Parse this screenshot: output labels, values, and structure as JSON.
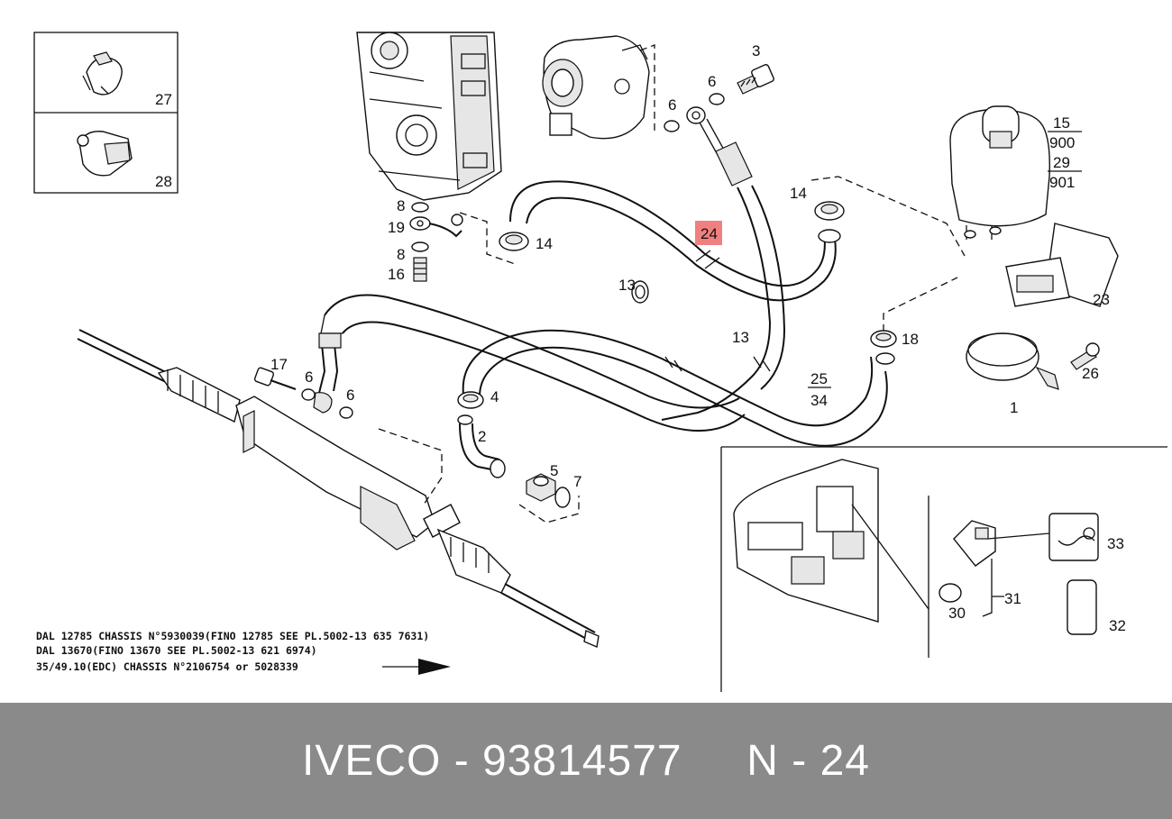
{
  "callouts": [
    {
      "id": "27",
      "text": "27"
    },
    {
      "id": "28",
      "text": "28"
    },
    {
      "id": "3",
      "text": "3"
    },
    {
      "id": "6a",
      "text": "6"
    },
    {
      "id": "6b",
      "text": "6"
    },
    {
      "id": "8a",
      "text": "8"
    },
    {
      "id": "19",
      "text": "19"
    },
    {
      "id": "8b",
      "text": "8"
    },
    {
      "id": "16",
      "text": "16"
    },
    {
      "id": "14a",
      "text": "14"
    },
    {
      "id": "14b",
      "text": "14"
    },
    {
      "id": "24",
      "text": "24"
    },
    {
      "id": "4",
      "text": "4"
    },
    {
      "id": "18",
      "text": "18"
    },
    {
      "id": "13a",
      "text": "13"
    },
    {
      "id": "13b",
      "text": "13"
    },
    {
      "id": "17",
      "text": "17"
    },
    {
      "id": "6c",
      "text": "6"
    },
    {
      "id": "6d",
      "text": "6"
    },
    {
      "id": "2",
      "text": "2"
    },
    {
      "id": "5",
      "text": "5"
    },
    {
      "id": "7",
      "text": "7"
    },
    {
      "id": "25",
      "text": "25"
    },
    {
      "id": "34",
      "text": "34"
    },
    {
      "id": "1",
      "text": "1"
    },
    {
      "id": "26",
      "text": "26"
    },
    {
      "id": "23",
      "text": "23"
    },
    {
      "id": "15",
      "text": "15"
    },
    {
      "id": "900",
      "text": "900"
    },
    {
      "id": "29",
      "text": "29"
    },
    {
      "id": "901",
      "text": "901"
    },
    {
      "id": "33",
      "text": "33"
    },
    {
      "id": "31",
      "text": "31"
    },
    {
      "id": "30",
      "text": "30"
    },
    {
      "id": "32",
      "text": "32"
    }
  ],
  "highlight": {
    "part": "24",
    "color": "#f08080"
  },
  "notes": [
    "DAL 12785 CHASSIS N°5930039(FINO 12785 SEE PL.5002-13 635 7631)",
    "DAL 13670(FINO 13670 SEE PL.5002-13 621 6974)",
    "35/49.10(EDC) CHASSIS N°2106754 or 5028339"
  ],
  "footer": {
    "text": "IVECO - 93814577     N - 24",
    "background": "#8a8a8a"
  }
}
